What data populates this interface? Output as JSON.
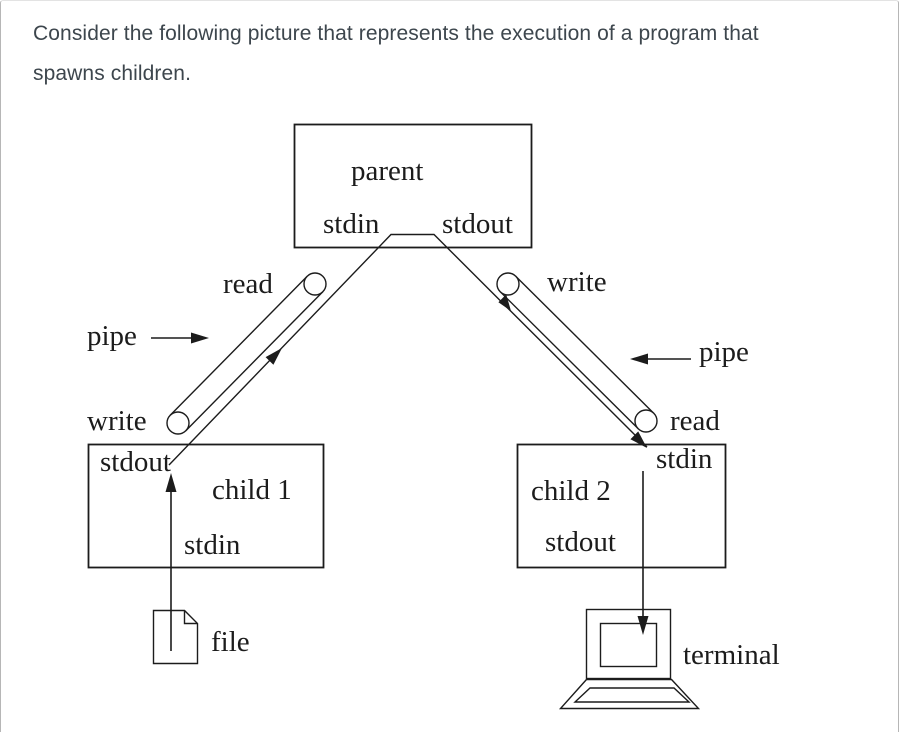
{
  "intro": {
    "line1": "Consider the following picture that represents the execution of a program that",
    "line2": "spawns children."
  },
  "diagram": {
    "parent": {
      "title": "parent",
      "stdin": "stdin",
      "stdout": "stdout"
    },
    "pipe_left": {
      "read_label": "read",
      "write_label": "write",
      "pipe_label": "pipe"
    },
    "pipe_right": {
      "write_label": "write",
      "read_label": "read",
      "pipe_label": "pipe"
    },
    "child1": {
      "title": "child 1",
      "stdout": "stdout",
      "stdin": "stdin"
    },
    "child2": {
      "title": "child 2",
      "stdin": "stdin",
      "stdout": "stdout"
    },
    "file_label": "file",
    "terminal_label": "terminal"
  },
  "icons": {
    "file": "document-with-folded-corner",
    "terminal": "computer-monitor-with-keyboard"
  },
  "colors": {
    "paragraph_text": "#3d464d",
    "diagram_ink": "#1c1c1c",
    "page_border": "#b6b6b6",
    "page_bg": "#ffffff"
  }
}
